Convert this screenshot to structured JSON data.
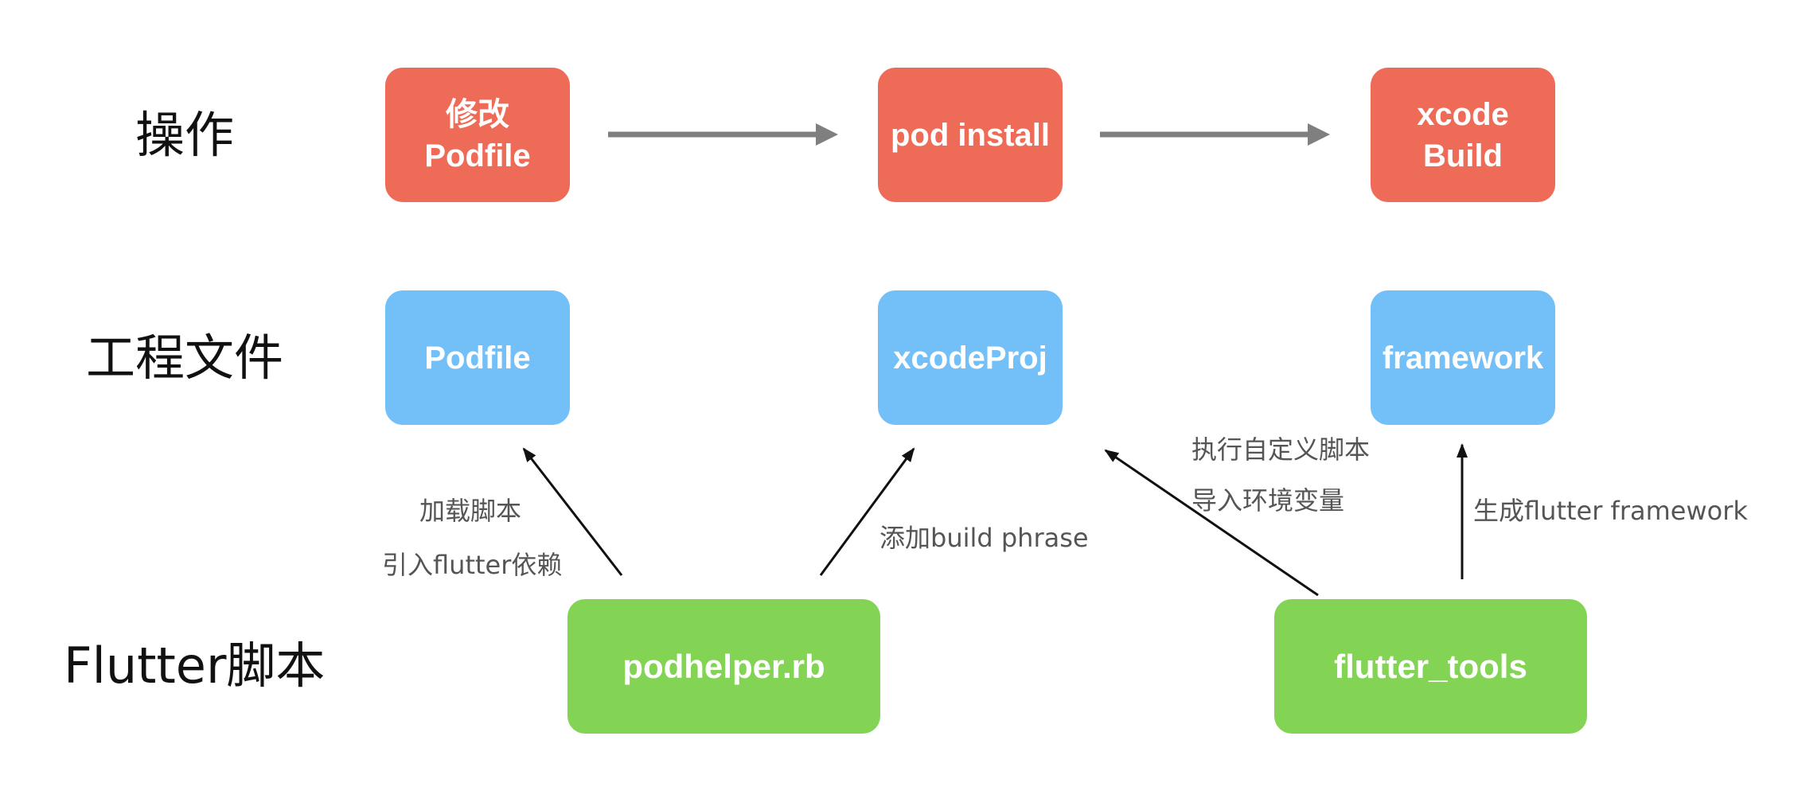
{
  "colors": {
    "operation": "#ee6c57",
    "file": "#73bff7",
    "script": "#83d454",
    "flow_arrow": "#7f7f7f",
    "edge": "#111111",
    "edge_text": "#555555"
  },
  "rows": {
    "operation": "操作",
    "files": "工程文件",
    "scripts": "Flutter脚本"
  },
  "nodes": {
    "modify_podfile": {
      "line1": "修改",
      "line2": "Podfile"
    },
    "pod_install": "pod install",
    "xcode_build": {
      "line1": "xcode",
      "line2": "Build"
    },
    "podfile": "Podfile",
    "xcodeproj": "xcodeProj",
    "framework": "framework",
    "podhelper": "podhelper.rb",
    "flutter_tools": "flutter_tools"
  },
  "edges": {
    "podhelper_to_podfile": {
      "line1": "加载脚本",
      "line2": "引入flutter依赖"
    },
    "podhelper_to_xcodeproj": "添加build phrase",
    "tools_to_xcodeproj": {
      "line1": "执行自定义脚本",
      "line2": "导入环境变量"
    },
    "tools_to_framework": "生成flutter framework"
  }
}
